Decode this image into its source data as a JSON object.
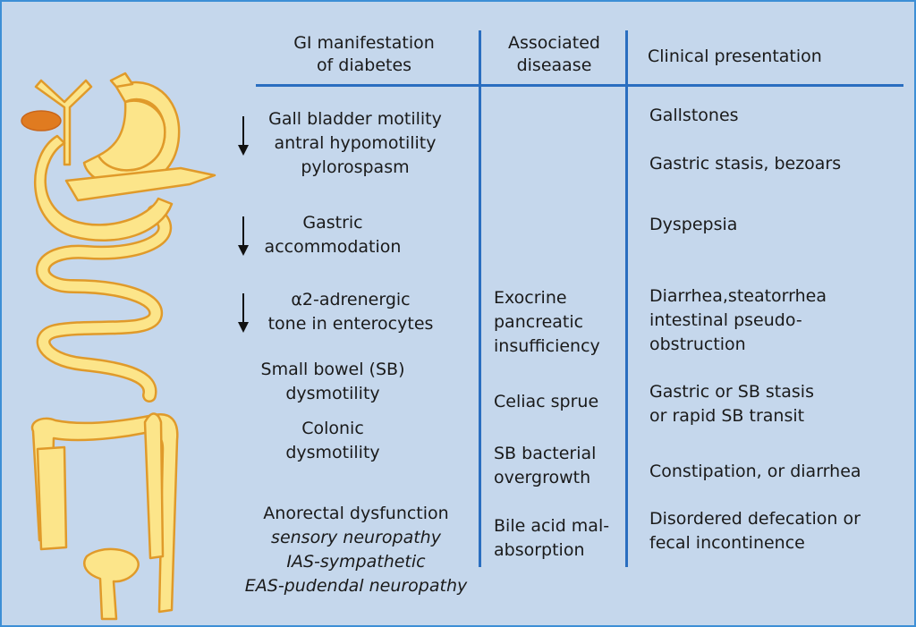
{
  "headers": {
    "manifestation": [
      "GI manifestation",
      "of diabetes"
    ],
    "disease": [
      "Associated",
      "diseaase"
    ],
    "presentation": "Clinical presentation"
  },
  "manifestations": {
    "gall": [
      "Gall bladder motility",
      "antral hypomotility",
      "pylorospasm"
    ],
    "gastric": [
      "Gastric",
      "accommodation"
    ],
    "alpha": [
      "α2-adrenergic",
      "tone in enterocytes"
    ],
    "small_bowel": [
      "Small bowel (SB)",
      "dysmotility"
    ],
    "colonic": [
      "Colonic",
      "dysmotility"
    ],
    "anorectal": "Anorectal dysfunction",
    "anorectal_sub": [
      "sensory neuropathy",
      "IAS-sympathetic",
      "EAS-pudendal neuropathy"
    ]
  },
  "diseases": {
    "exocrine": [
      "Exocrine",
      "pancreatic",
      "insufficiency"
    ],
    "celiac": "Celiac sprue",
    "bacterial": [
      "SB bacterial",
      "overgrowth"
    ],
    "bile": [
      "Bile acid mal-",
      "absorption"
    ]
  },
  "presentations": {
    "gallstones": "Gallstones",
    "stasis": "Gastric stasis, bezoars",
    "dyspepsia": "Dyspepsia",
    "diarrhea": [
      "Diarrhea,steatorrhea",
      "intestinal pseudo-",
      "obstruction"
    ],
    "sb_stasis": [
      "Gastric or SB stasis",
      "or rapid SB transit"
    ],
    "constipation": "Constipation, or diarrhea",
    "defecation": [
      "Disordered defecation or",
      "fecal incontinence"
    ]
  },
  "colors": {
    "background": "#c5d7ec",
    "border": "#3d8fd6",
    "rule": "#2a6ec0",
    "organ_fill": "#fce58a",
    "organ_stroke": "#e09a2a",
    "pancreas_accent": "#e07b20"
  }
}
